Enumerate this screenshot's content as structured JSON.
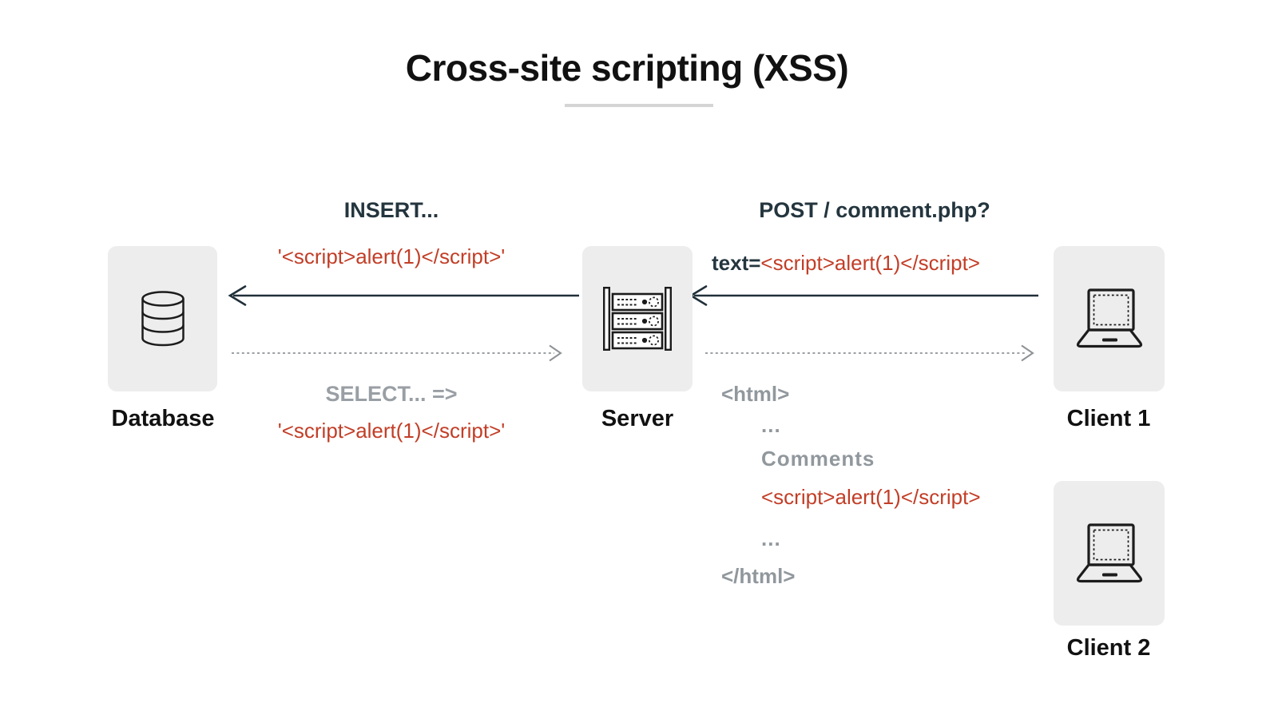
{
  "title": "Cross-site scripting (XSS)",
  "nodes": {
    "database": {
      "label": "Database"
    },
    "server": {
      "label": "Server"
    },
    "client1": {
      "label": "Client 1"
    },
    "client2": {
      "label": "Client 2"
    }
  },
  "messages": {
    "insert": {
      "title": "INSERT...",
      "code": "'<script>alert(1)</script>'"
    },
    "select": {
      "title": "SELECT... =>",
      "code": "'<script>alert(1)</script>'"
    },
    "post": {
      "title": "POST / comment.php?",
      "param_name": "text=",
      "param_value": "<script>alert(1)</script>"
    },
    "response": {
      "lines": [
        {
          "text": "<html>"
        },
        {
          "text": "..."
        },
        {
          "text": "Comments"
        },
        {
          "text": "<script>alert(1)</script>"
        },
        {
          "text": "..."
        },
        {
          "text": "</html>"
        }
      ]
    }
  },
  "arrows": {
    "server_to_database": "solid-left",
    "database_to_server": "dashed-right",
    "client1_to_server": "solid-left",
    "server_to_client1": "dashed-right"
  },
  "colors": {
    "dark_text": "#24353e",
    "code_red": "#c23e27",
    "muted_gray": "#999fa4",
    "resp_gray": "#91989d",
    "label_black": "#111111",
    "box_fill": "#ededed",
    "arrow_dark": "#20303a",
    "arrow_gray": "#8d9296",
    "underline_gray": "#d5d5d5",
    "icon_stroke": "#1c1c1c",
    "background": "#ffffff"
  }
}
